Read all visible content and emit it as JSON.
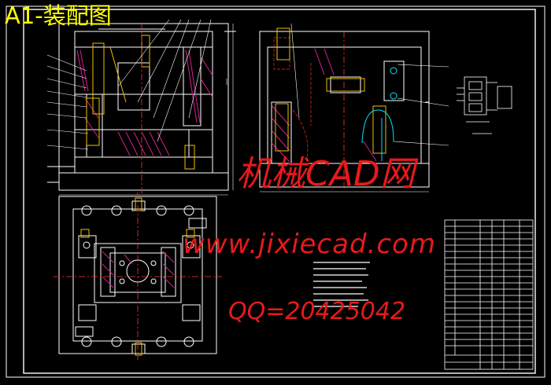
{
  "title": "A1-装配图",
  "watermark": {
    "site_name": "机械CAD网",
    "url": "www.jixiecad.com",
    "qq": "QQ=20425042"
  },
  "colors": {
    "background": "#000000",
    "title": "#ffff00",
    "watermark": "#e8191b",
    "outline": "#ffffff",
    "hidden_line": "#ff2a2a",
    "section_fill": "#d62090",
    "centerline": "#ff3333",
    "cyan_detail": "#00e5ff",
    "yellow_detail": "#f0c000"
  }
}
